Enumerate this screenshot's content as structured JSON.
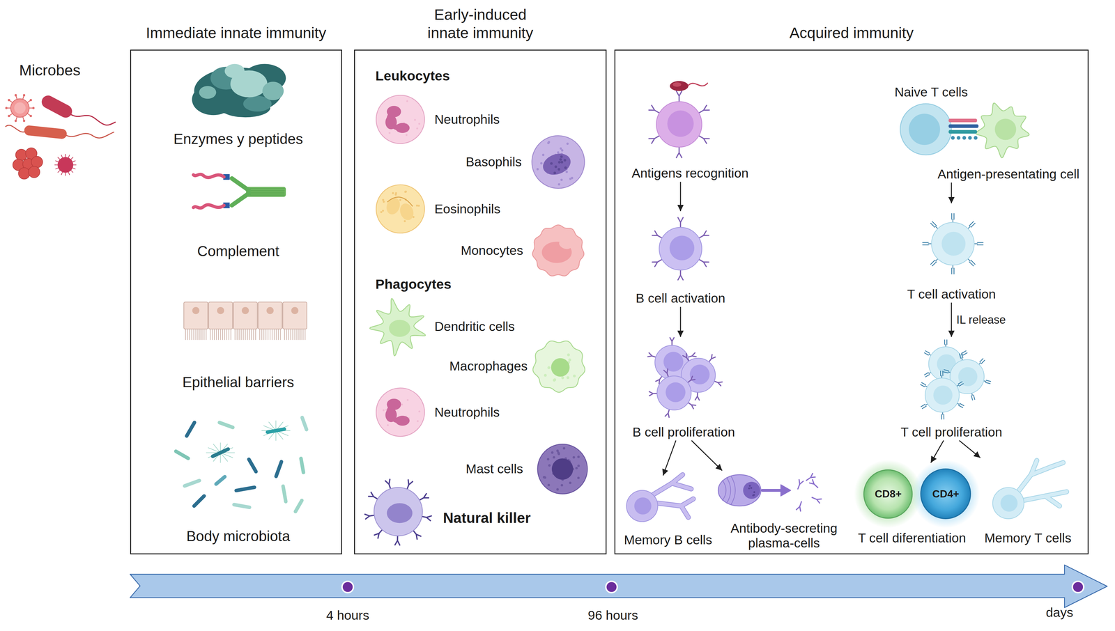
{
  "diagram": {
    "nodes": [
      {
        "text": [
          "Immediate innate immunity"
        ]
      },
      {
        "text": [
          "Enzymes y peptides"
        ],
        "in": 0
      },
      {
        "text": [
          "Complement"
        ],
        "in": 0
      },
      {
        "text": [
          "Epithelial barriers"
        ],
        "in": 0
      },
      {
        "text": [
          "Body microbiota"
        ],
        "in": 0
      },
      {
        "text": [
          "Early-induced innate immunity"
        ]
      },
      {
        "text": [
          "Neutrophils"
        ],
        "in": 5
      },
      {
        "text": [
          "Basophils"
        ],
        "in": 5
      },
      {
        "text": [
          "Eosinophils"
        ],
        "in": 5
      },
      {
        "text": [
          "Monocytes"
        ],
        "in": 5
      },
      {
        "text": [
          "Dendritic cells"
        ],
        "in": 5
      },
      {
        "text": [
          "Macrophages"
        ],
        "in": 5
      },
      {
        "text": [
          "Neutrophils"
        ],
        "in": 5
      },
      {
        "text": [
          "Mast cells"
        ],
        "in": 5
      },
      {
        "text": [
          "Natural killer"
        ],
        "in": 5
      },
      {
        "text": [
          "Acquired immunity"
        ]
      },
      {
        "text": [
          "Antigens recognition"
        ],
        "in": 15
      },
      {
        "text": [
          "B cell activation"
        ],
        "in": 15
      },
      {
        "text": [
          "B cell proliferation"
        ],
        "in": 15
      },
      {
        "text": [
          "Memory B cells"
        ],
        "in": 15
      },
      {
        "text": [
          "Antibody-secreting plasma-cells"
        ],
        "in": 15
      },
      {
        "text": [
          "Naive T cells",
          "Antigen-presentating cell"
        ],
        "in": 15
      },
      {
        "text": [
          "T cell activation"
        ],
        "in": 15
      },
      {
        "text": [
          "T cell proliferation"
        ],
        "in": 15
      },
      {
        "text": [
          "T cell diferentiation"
        ],
        "in": 15
      },
      {
        "text": [
          "CD8+"
        ],
        "in": 24
      },
      {
        "text": [
          "CD4+"
        ],
        "in": 24
      },
      {
        "text": [
          "Memory T cells"
        ],
        "in": 15
      }
    ],
    "edges": [
      {
        "from": 16,
        "to": 17,
        "arrow": "to"
      },
      {
        "from": 17,
        "to": 18,
        "arrow": "to"
      },
      {
        "from": 18,
        "to": 19,
        "arrow": "to"
      },
      {
        "from": 18,
        "to": 20,
        "arrow": "to"
      },
      {
        "from": 21,
        "to": 22,
        "arrow": "to"
      },
      {
        "from": 22,
        "to": 23,
        "label": "IL release",
        "arrow": "to"
      },
      {
        "from": 23,
        "to": 24,
        "arrow": "to"
      },
      {
        "from": 23,
        "to": 27,
        "arrow": "to"
      }
    ],
    "labels": [
      "Microbes",
      "Leukocytes",
      "Phagocytes",
      "4 hours",
      "96 hours",
      "days"
    ]
  }
}
